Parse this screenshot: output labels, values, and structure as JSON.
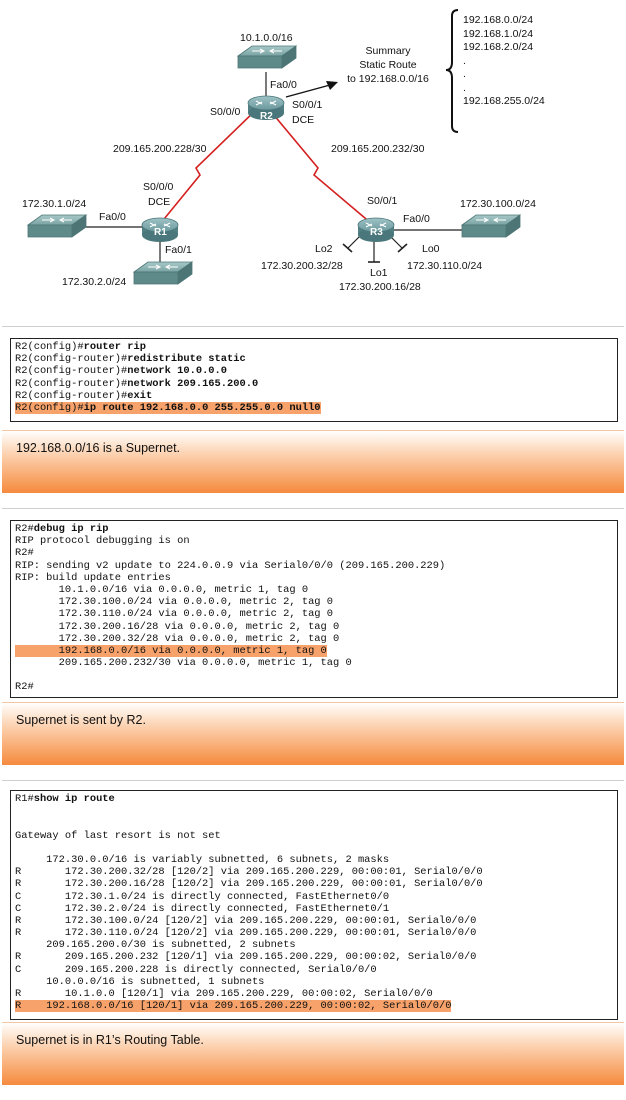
{
  "topology": {
    "networks": {
      "r2_lan": "10.1.0.0/16",
      "r1_lan0": "172.30.1.0/24",
      "r1_lan1": "172.30.2.0/24",
      "r3_lan": "172.30.100.0/24"
    },
    "links": {
      "r1_r2": "209.165.200.228/30",
      "r2_r3": "209.165.200.232/30"
    },
    "routers": {
      "r1": "R1",
      "r2": "R2",
      "r3": "R3"
    },
    "interfaces": {
      "r2_fa00": "Fa0/0",
      "r2_s000": "S0/0/0",
      "r2_s001": "S0/0/1",
      "r2_dce": "DCE",
      "r1_s000": "S0/0/0",
      "r1_dce": "DCE",
      "r1_fa00": "Fa0/0",
      "r1_fa01": "Fa0/1",
      "r3_s001": "S0/0/1",
      "r3_fa00": "Fa0/0",
      "r3_lo2": "Lo2",
      "r3_lo0": "Lo0",
      "r3_lo1": "Lo1"
    },
    "loopbacks": {
      "lo2_net": "172.30.200.32/28",
      "lo0_net": "172.30.110.0/24",
      "lo1_net": "172.30.200.16/28"
    },
    "summary_label": [
      "Summary",
      "Static Route",
      "to 192.168.0.0/16"
    ],
    "summary_networks": [
      "192.168.0.0/24",
      "192.168.1.0/24",
      "192.168.2.0/24",
      ".",
      ".",
      ".",
      "192.168.255.0/24"
    ]
  },
  "panel1": {
    "lines": [
      {
        "prompt": "R2(config)#",
        "cmd": "router rip",
        "highlight": false
      },
      {
        "prompt": "R2(config-router)#",
        "cmd": "redistribute static",
        "highlight": false
      },
      {
        "prompt": "R2(config-router)#",
        "cmd": "network 10.0.0.0",
        "highlight": false
      },
      {
        "prompt": "R2(config-router)#",
        "cmd": "network 209.165.200.0",
        "highlight": false
      },
      {
        "prompt": "R2(config-router)#",
        "cmd": "exit",
        "highlight": false
      },
      {
        "prompt": "R2(config)#",
        "cmd": "ip route 192.168.0.0 255.255.0.0 null0",
        "highlight": true
      }
    ],
    "caption": "192.168.0.0/16 is a Supernet."
  },
  "panel2": {
    "lines": [
      {
        "prompt": "R2#",
        "cmd": "debug ip rip",
        "text": "",
        "highlight": false
      },
      {
        "prompt": "",
        "cmd": "",
        "text": "RIP protocol debugging is on",
        "highlight": false
      },
      {
        "prompt": "R2#",
        "cmd": "",
        "text": "",
        "highlight": false
      },
      {
        "prompt": "",
        "cmd": "",
        "text": "RIP: sending v2 update to 224.0.0.9 via Serial0/0/0 (209.165.200.229)",
        "highlight": false
      },
      {
        "prompt": "",
        "cmd": "",
        "text": "RIP: build update entries",
        "highlight": false
      },
      {
        "prompt": "",
        "cmd": "",
        "text": "       10.1.0.0/16 via 0.0.0.0, metric 1, tag 0",
        "highlight": false
      },
      {
        "prompt": "",
        "cmd": "",
        "text": "       172.30.100.0/24 via 0.0.0.0, metric 2, tag 0",
        "highlight": false
      },
      {
        "prompt": "",
        "cmd": "",
        "text": "       172.30.110.0/24 via 0.0.0.0, metric 2, tag 0",
        "highlight": false
      },
      {
        "prompt": "",
        "cmd": "",
        "text": "       172.30.200.16/28 via 0.0.0.0, metric 2, tag 0",
        "highlight": false
      },
      {
        "prompt": "",
        "cmd": "",
        "text": "       172.30.200.32/28 via 0.0.0.0, metric 2, tag 0",
        "highlight": false
      },
      {
        "prompt": "",
        "cmd": "",
        "text": "       192.168.0.0/16 via 0.0.0.0, metric 1, tag 0",
        "highlight": true
      },
      {
        "prompt": "",
        "cmd": "",
        "text": "       209.165.200.232/30 via 0.0.0.0, metric 1, tag 0",
        "highlight": false
      },
      {
        "prompt": "",
        "cmd": "",
        "text": "",
        "highlight": false
      },
      {
        "prompt": "R2#",
        "cmd": "",
        "text": "",
        "highlight": false
      }
    ],
    "caption": "Supernet is sent by R2."
  },
  "panel3": {
    "lines": [
      {
        "prompt": "R1#",
        "cmd": "show ip route",
        "text": "",
        "highlight": false
      },
      {
        "prompt": "",
        "cmd": "",
        "text": "",
        "highlight": false
      },
      {
        "prompt": "",
        "cmd": "",
        "text": "",
        "highlight": false
      },
      {
        "prompt": "",
        "cmd": "",
        "text": "Gateway of last resort is not set",
        "highlight": false
      },
      {
        "prompt": "",
        "cmd": "",
        "text": "",
        "highlight": false
      },
      {
        "prompt": "",
        "cmd": "",
        "text": "     172.30.0.0/16 is variably subnetted, 6 subnets, 2 masks",
        "highlight": false
      },
      {
        "prompt": "",
        "cmd": "",
        "text": "R       172.30.200.32/28 [120/2] via 209.165.200.229, 00:00:01, Serial0/0/0",
        "highlight": false
      },
      {
        "prompt": "",
        "cmd": "",
        "text": "R       172.30.200.16/28 [120/2] via 209.165.200.229, 00:00:01, Serial0/0/0",
        "highlight": false
      },
      {
        "prompt": "",
        "cmd": "",
        "text": "C       172.30.1.0/24 is directly connected, FastEthernet0/0",
        "highlight": false
      },
      {
        "prompt": "",
        "cmd": "",
        "text": "C       172.30.2.0/24 is directly connected, FastEthernet0/1",
        "highlight": false
      },
      {
        "prompt": "",
        "cmd": "",
        "text": "R       172.30.100.0/24 [120/2] via 209.165.200.229, 00:00:01, Serial0/0/0",
        "highlight": false
      },
      {
        "prompt": "",
        "cmd": "",
        "text": "R       172.30.110.0/24 [120/2] via 209.165.200.229, 00:00:01, Serial0/0/0",
        "highlight": false
      },
      {
        "prompt": "",
        "cmd": "",
        "text": "     209.165.200.0/30 is subnetted, 2 subnets",
        "highlight": false
      },
      {
        "prompt": "",
        "cmd": "",
        "text": "R       209.165.200.232 [120/1] via 209.165.200.229, 00:00:02, Serial0/0/0",
        "highlight": false
      },
      {
        "prompt": "",
        "cmd": "",
        "text": "C       209.165.200.228 is directly connected, Serial0/0/0",
        "highlight": false
      },
      {
        "prompt": "",
        "cmd": "",
        "text": "     10.0.0.0/16 is subnetted, 1 subnets",
        "highlight": false
      },
      {
        "prompt": "",
        "cmd": "",
        "text": "R       10.1.0.0 [120/1] via 209.165.200.229, 00:00:02, Serial0/0/0",
        "highlight": false
      },
      {
        "prompt": "",
        "cmd": "",
        "text": "R    192.168.0.0/16 [120/1] via 209.165.200.229, 00:00:02, Serial0/0/0",
        "highlight": true
      }
    ],
    "caption": "Supernet is in R1’s Routing Table."
  },
  "colors": {
    "highlight": "#f7a26a",
    "serial_link": "#d42020",
    "switch_body": "#6f9a9a",
    "router_body": "#5f8f93",
    "caption_orange": "#f58a3e"
  },
  "icons": {
    "router": "router-icon",
    "switch": "switch-icon",
    "arrow": "arrow-icon",
    "brace": "brace-icon"
  }
}
